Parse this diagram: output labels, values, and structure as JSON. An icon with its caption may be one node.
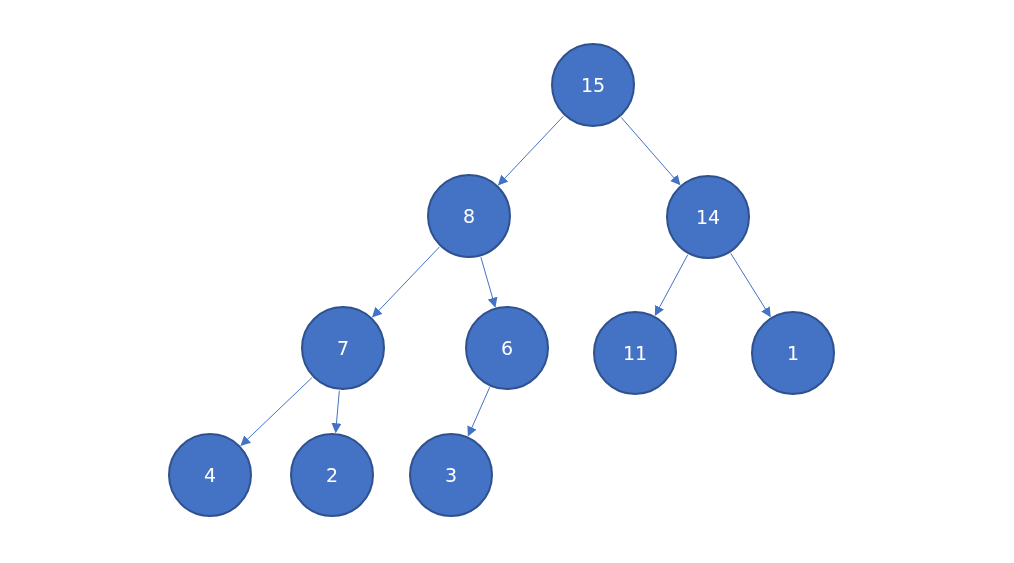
{
  "diagram": {
    "nodes": [
      {
        "text": [
          "15"
        ]
      },
      {
        "text": [
          "8"
        ]
      },
      {
        "text": [
          "14"
        ]
      },
      {
        "text": [
          "7"
        ]
      },
      {
        "text": [
          "6"
        ]
      },
      {
        "text": [
          "11"
        ]
      },
      {
        "text": [
          "1"
        ]
      },
      {
        "text": [
          "4"
        ]
      },
      {
        "text": [
          "2"
        ]
      },
      {
        "text": [
          "3"
        ]
      }
    ],
    "edges": [
      {
        "from": 0,
        "to": 1,
        "arrow": "to"
      },
      {
        "from": 0,
        "to": 2,
        "arrow": "to"
      },
      {
        "from": 1,
        "to": 3,
        "arrow": "to"
      },
      {
        "from": 1,
        "to": 4,
        "arrow": "to"
      },
      {
        "from": 2,
        "to": 5,
        "arrow": "to"
      },
      {
        "from": 2,
        "to": 6,
        "arrow": "to"
      },
      {
        "from": 3,
        "to": 7,
        "arrow": "to"
      },
      {
        "from": 3,
        "to": 8,
        "arrow": "to"
      },
      {
        "from": 4,
        "to": 9,
        "arrow": "to"
      }
    ]
  }
}
